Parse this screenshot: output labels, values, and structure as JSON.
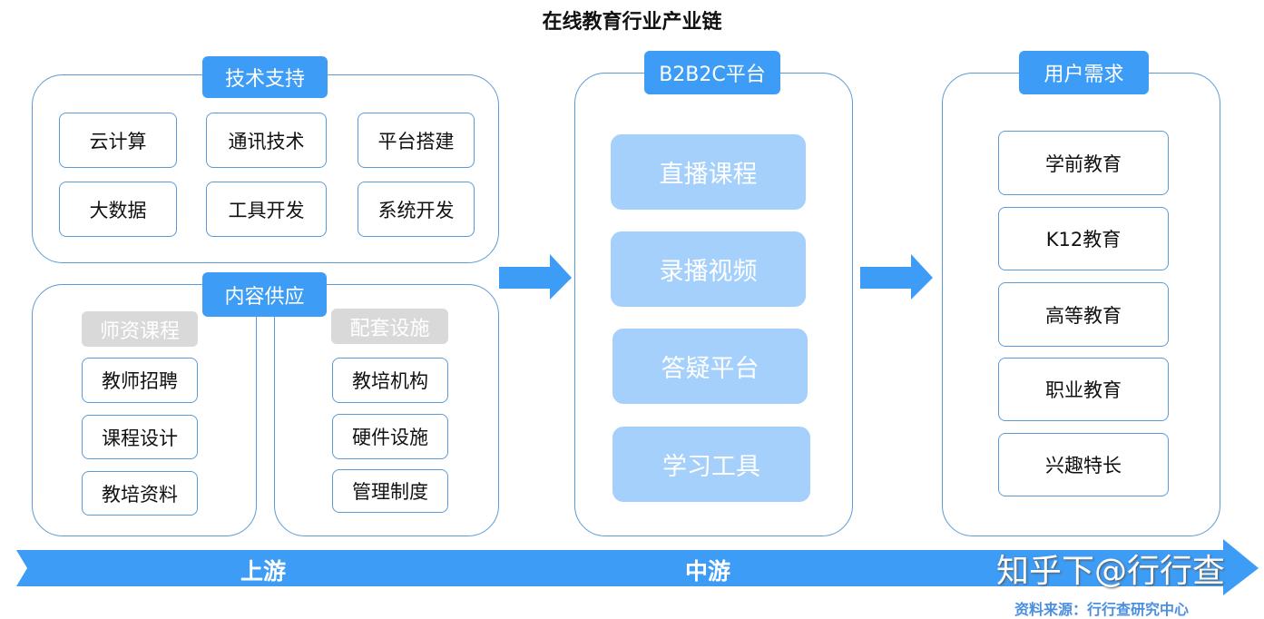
{
  "title": "在线教育行业产业链",
  "upstream": {
    "tech": {
      "label": "技术支持",
      "items": [
        "云计算",
        "通讯技术",
        "平台搭建",
        "大数据",
        "工具开发",
        "系统开发"
      ]
    },
    "content": {
      "label": "内容供应",
      "teachers": {
        "label": "师资课程",
        "items": [
          "教师招聘",
          "课程设计",
          "教培资料"
        ]
      },
      "facilities": {
        "label": "配套设施",
        "items": [
          "教培机构",
          "硬件设施",
          "管理制度"
        ]
      }
    }
  },
  "midstream": {
    "label": "B2B2C平台",
    "items": [
      "直播课程",
      "录播视频",
      "答疑平台",
      "学习工具"
    ]
  },
  "demand": {
    "label": "用户需求",
    "items": [
      "学前教育",
      "K12教育",
      "高等教育",
      "职业教育",
      "兴趣特长"
    ]
  },
  "timeline": {
    "upstream": "上游",
    "midstream": "中游"
  },
  "watermark": "知乎下@行行查",
  "source": "资料来源：行行查研究中心",
  "colors": {
    "accent": "#3d9cf5",
    "light": "#a5d0fb",
    "border": "#5b9bd5"
  }
}
